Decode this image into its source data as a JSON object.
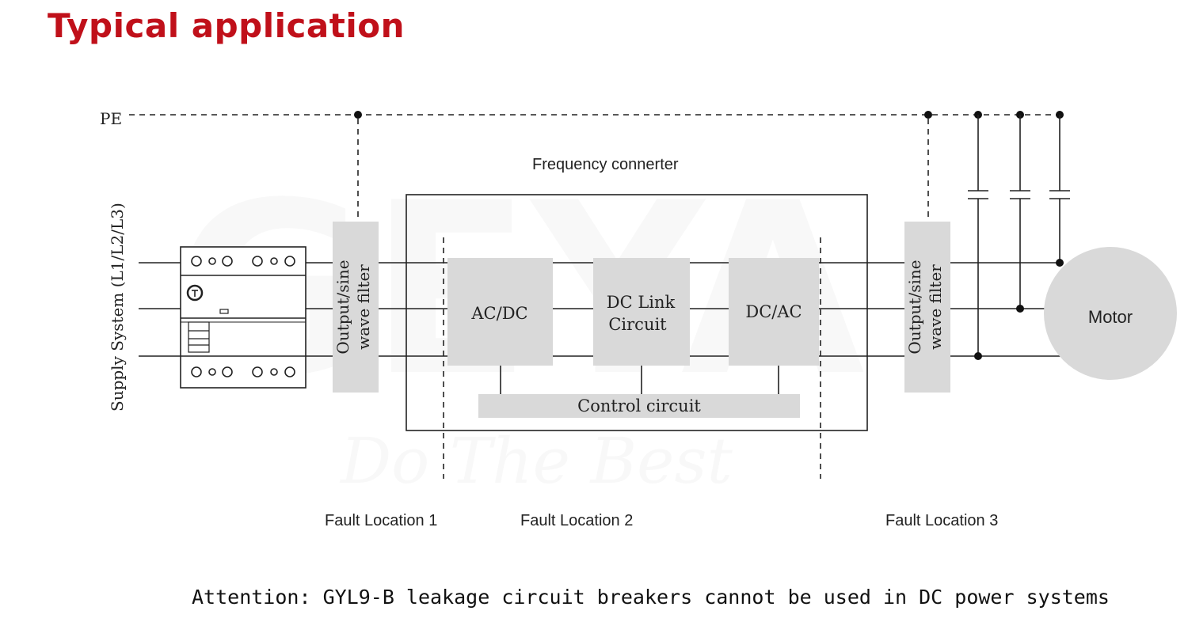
{
  "title": "Typical application",
  "watermark": {
    "brand": "GEYA",
    "slogan": "Do The Best"
  },
  "labels": {
    "pe": "PE",
    "supply_system": "Supply System (L1/L2/L3)",
    "frequency_converter": "Frequency connerter",
    "filter_left": [
      "Output/sine",
      "wave filter"
    ],
    "filter_right": [
      "Output/sine",
      "wave filter"
    ],
    "ac_dc": "AC/DC",
    "dc_link": [
      "DC Link",
      "Circuit"
    ],
    "dc_ac": "DC/AC",
    "control_circuit": "Control circuit",
    "motor": "Motor",
    "fault_1": "Fault Location 1",
    "fault_2": "Fault Location 2",
    "fault_3": "Fault Location 3"
  },
  "attention": "Attention: GYL9-B leakage circuit breakers cannot be used in DC power systems",
  "colors": {
    "title": "#c0101a",
    "block_fill": "#d9d9d9",
    "line": "#222222"
  }
}
